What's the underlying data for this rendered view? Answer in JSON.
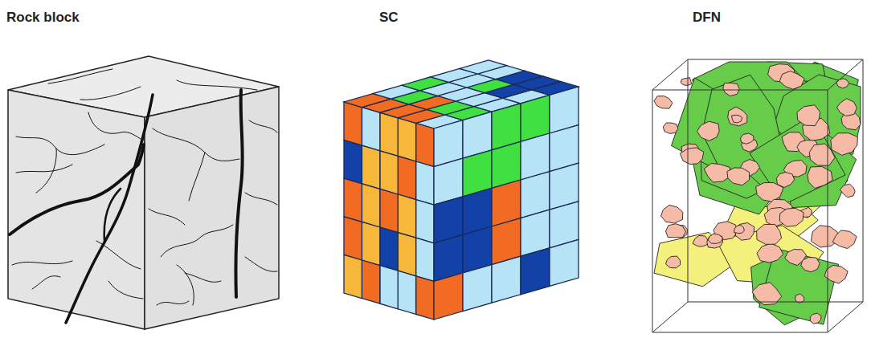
{
  "diagram": {
    "labels": [
      "Rock block",
      "SC",
      "DFN"
    ]
  }
}
